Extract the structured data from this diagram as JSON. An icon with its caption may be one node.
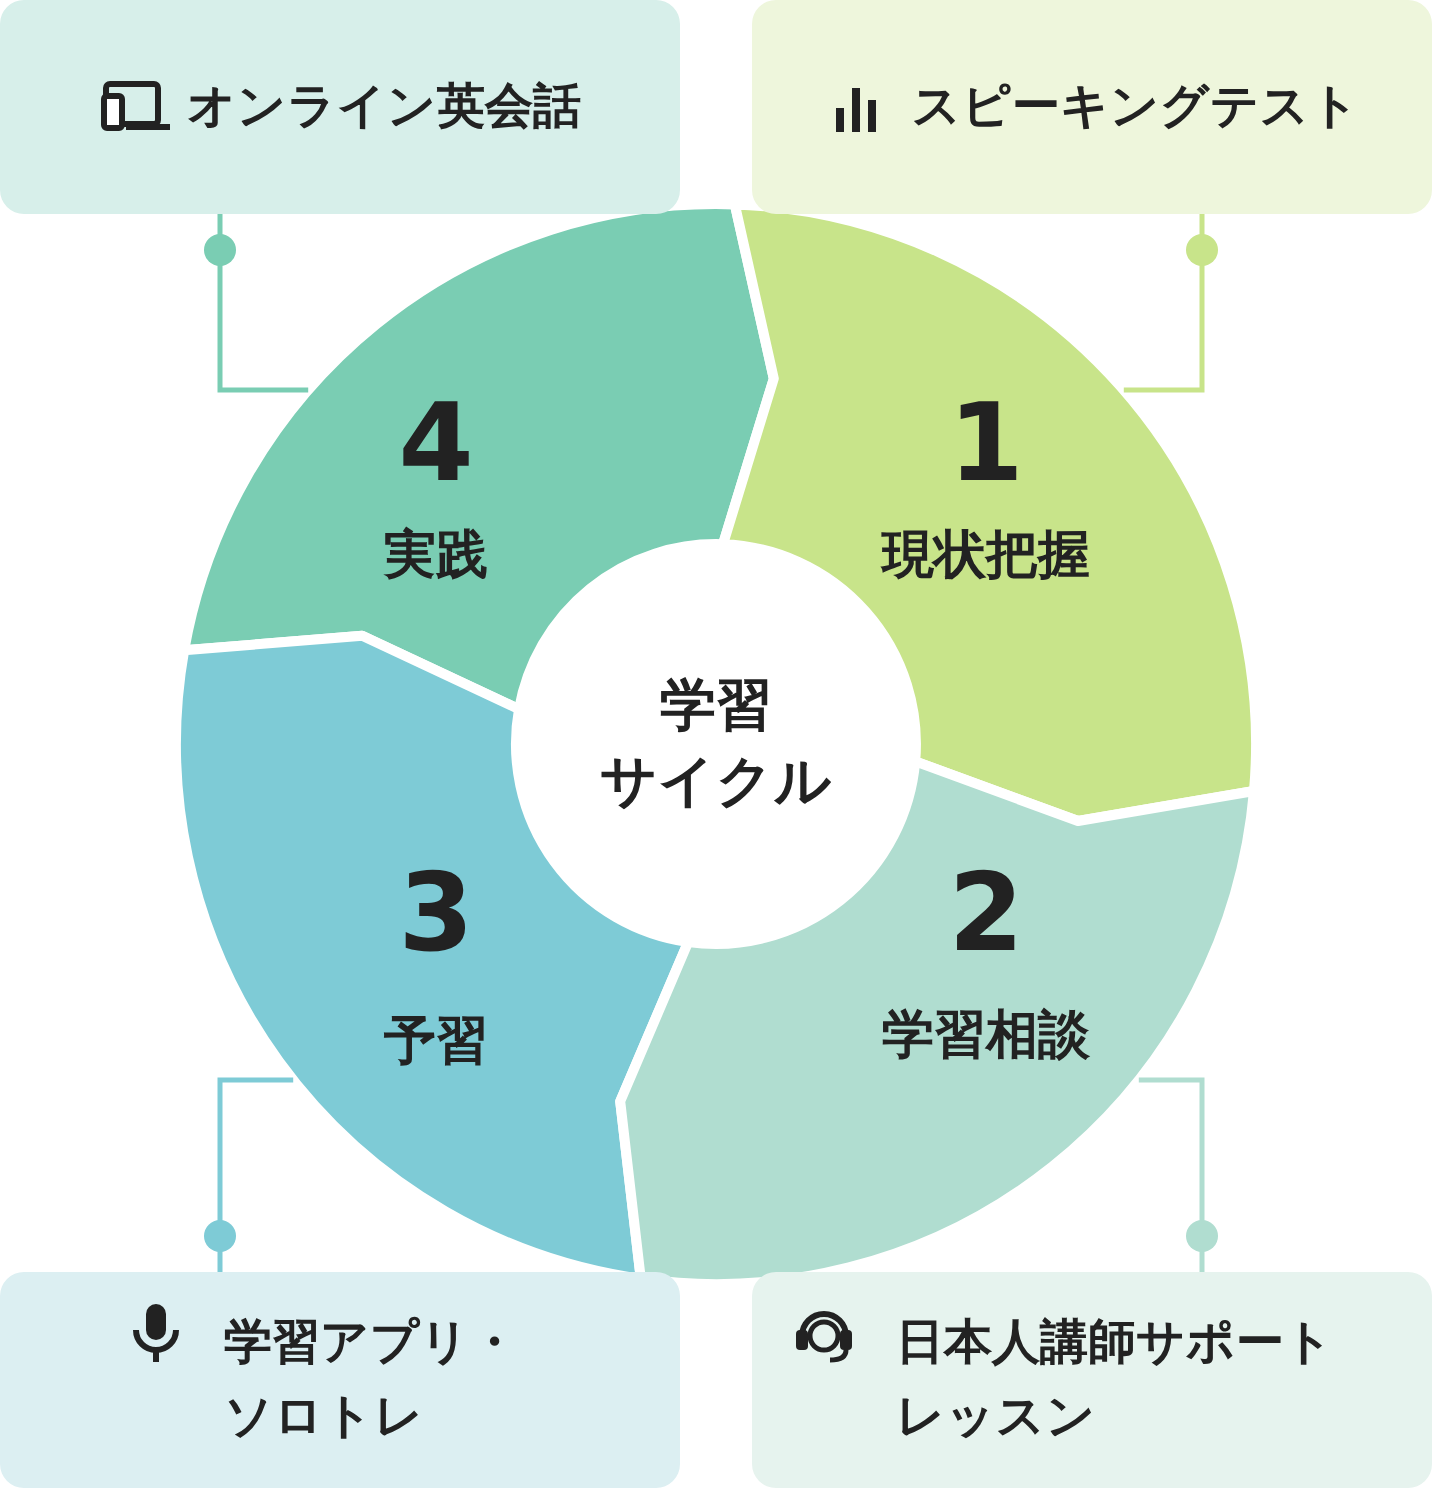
{
  "diagram": {
    "nodes": [
      {
        "text": [
          "オンライン英会話"
        ]
      },
      {
        "text": [
          "スピーキングテスト"
        ]
      },
      {
        "text": [
          "学習",
          "サイクル"
        ]
      },
      {
        "text": [
          "4",
          "実践"
        ]
      },
      {
        "text": [
          "1",
          "現状把握"
        ]
      },
      {
        "text": [
          "3",
          "予習"
        ]
      },
      {
        "text": [
          "2",
          "学習相談"
        ]
      },
      {
        "text": [
          "学習アプリ・ソロトレ"
        ]
      },
      {
        "text": [
          "日本人講師サポートレッスン"
        ]
      }
    ],
    "edges": [
      {
        "from": 0,
        "to": 3,
        "arrow": "other"
      },
      {
        "from": 1,
        "to": 4,
        "arrow": "other"
      },
      {
        "from": 7,
        "to": 5,
        "arrow": "other"
      },
      {
        "from": 8,
        "to": 6,
        "arrow": "other"
      }
    ]
  }
}
